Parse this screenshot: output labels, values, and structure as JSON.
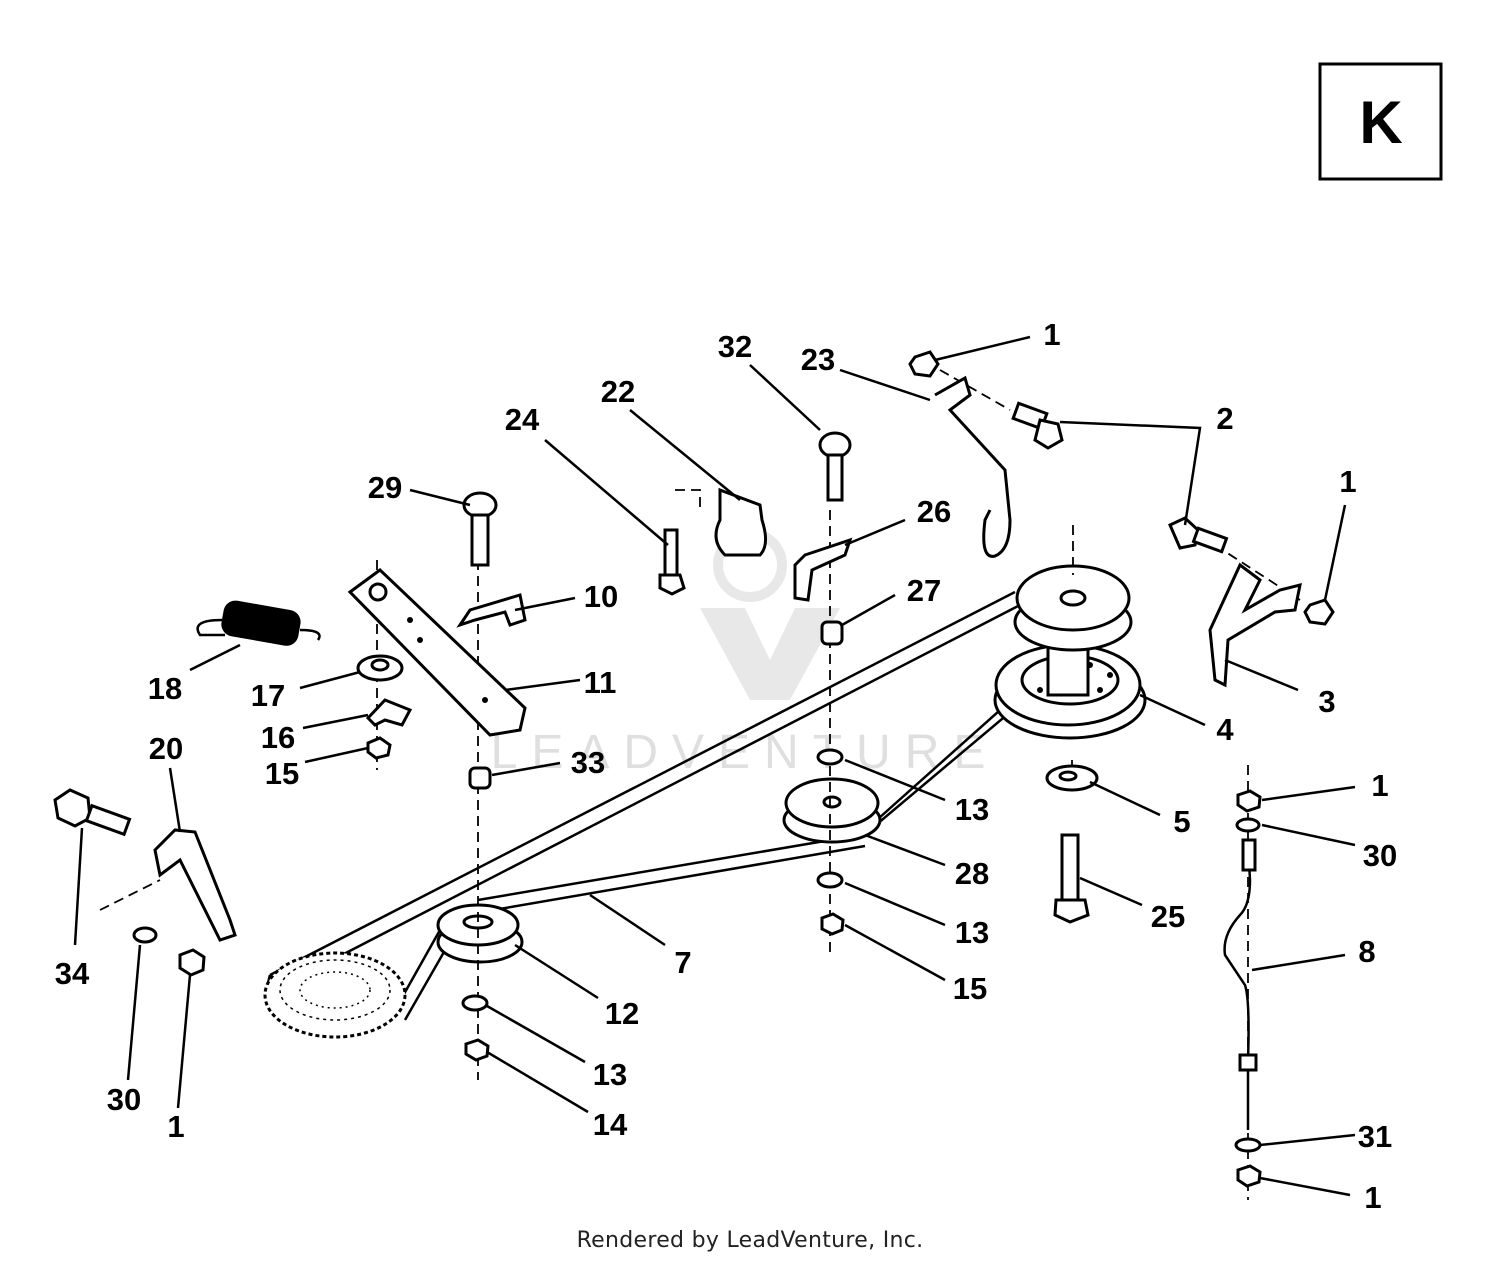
{
  "section": {
    "letter": "K"
  },
  "watermark": {
    "text": "LEADVENTURE"
  },
  "footer": {
    "text": "Rendered by LeadVenture, Inc."
  },
  "callouts": [
    {
      "id": "c1a",
      "label": "1"
    },
    {
      "id": "c23",
      "label": "23"
    },
    {
      "id": "c32",
      "label": "32"
    },
    {
      "id": "c2",
      "label": "2"
    },
    {
      "id": "c22",
      "label": "22"
    },
    {
      "id": "c24",
      "label": "24"
    },
    {
      "id": "c1b",
      "label": "1"
    },
    {
      "id": "c29",
      "label": "29"
    },
    {
      "id": "c26",
      "label": "26"
    },
    {
      "id": "c10",
      "label": "10"
    },
    {
      "id": "c27",
      "label": "27"
    },
    {
      "id": "c3",
      "label": "3"
    },
    {
      "id": "c18",
      "label": "18"
    },
    {
      "id": "c17",
      "label": "17"
    },
    {
      "id": "c11",
      "label": "11"
    },
    {
      "id": "c16",
      "label": "16"
    },
    {
      "id": "c4",
      "label": "4"
    },
    {
      "id": "c15a",
      "label": "15"
    },
    {
      "id": "c20",
      "label": "20"
    },
    {
      "id": "c33",
      "label": "33"
    },
    {
      "id": "c1c",
      "label": "1"
    },
    {
      "id": "c13a",
      "label": "13"
    },
    {
      "id": "c5",
      "label": "5"
    },
    {
      "id": "c30a",
      "label": "30"
    },
    {
      "id": "c28",
      "label": "28"
    },
    {
      "id": "c25",
      "label": "25"
    },
    {
      "id": "c13b",
      "label": "13"
    },
    {
      "id": "c8",
      "label": "8"
    },
    {
      "id": "c7",
      "label": "7"
    },
    {
      "id": "c34",
      "label": "34"
    },
    {
      "id": "c15b",
      "label": "15"
    },
    {
      "id": "c12",
      "label": "12"
    },
    {
      "id": "c13c",
      "label": "13"
    },
    {
      "id": "c30b",
      "label": "30"
    },
    {
      "id": "c14",
      "label": "14"
    },
    {
      "id": "c1d",
      "label": "1"
    },
    {
      "id": "c31",
      "label": "31"
    },
    {
      "id": "c1e",
      "label": "1"
    }
  ]
}
